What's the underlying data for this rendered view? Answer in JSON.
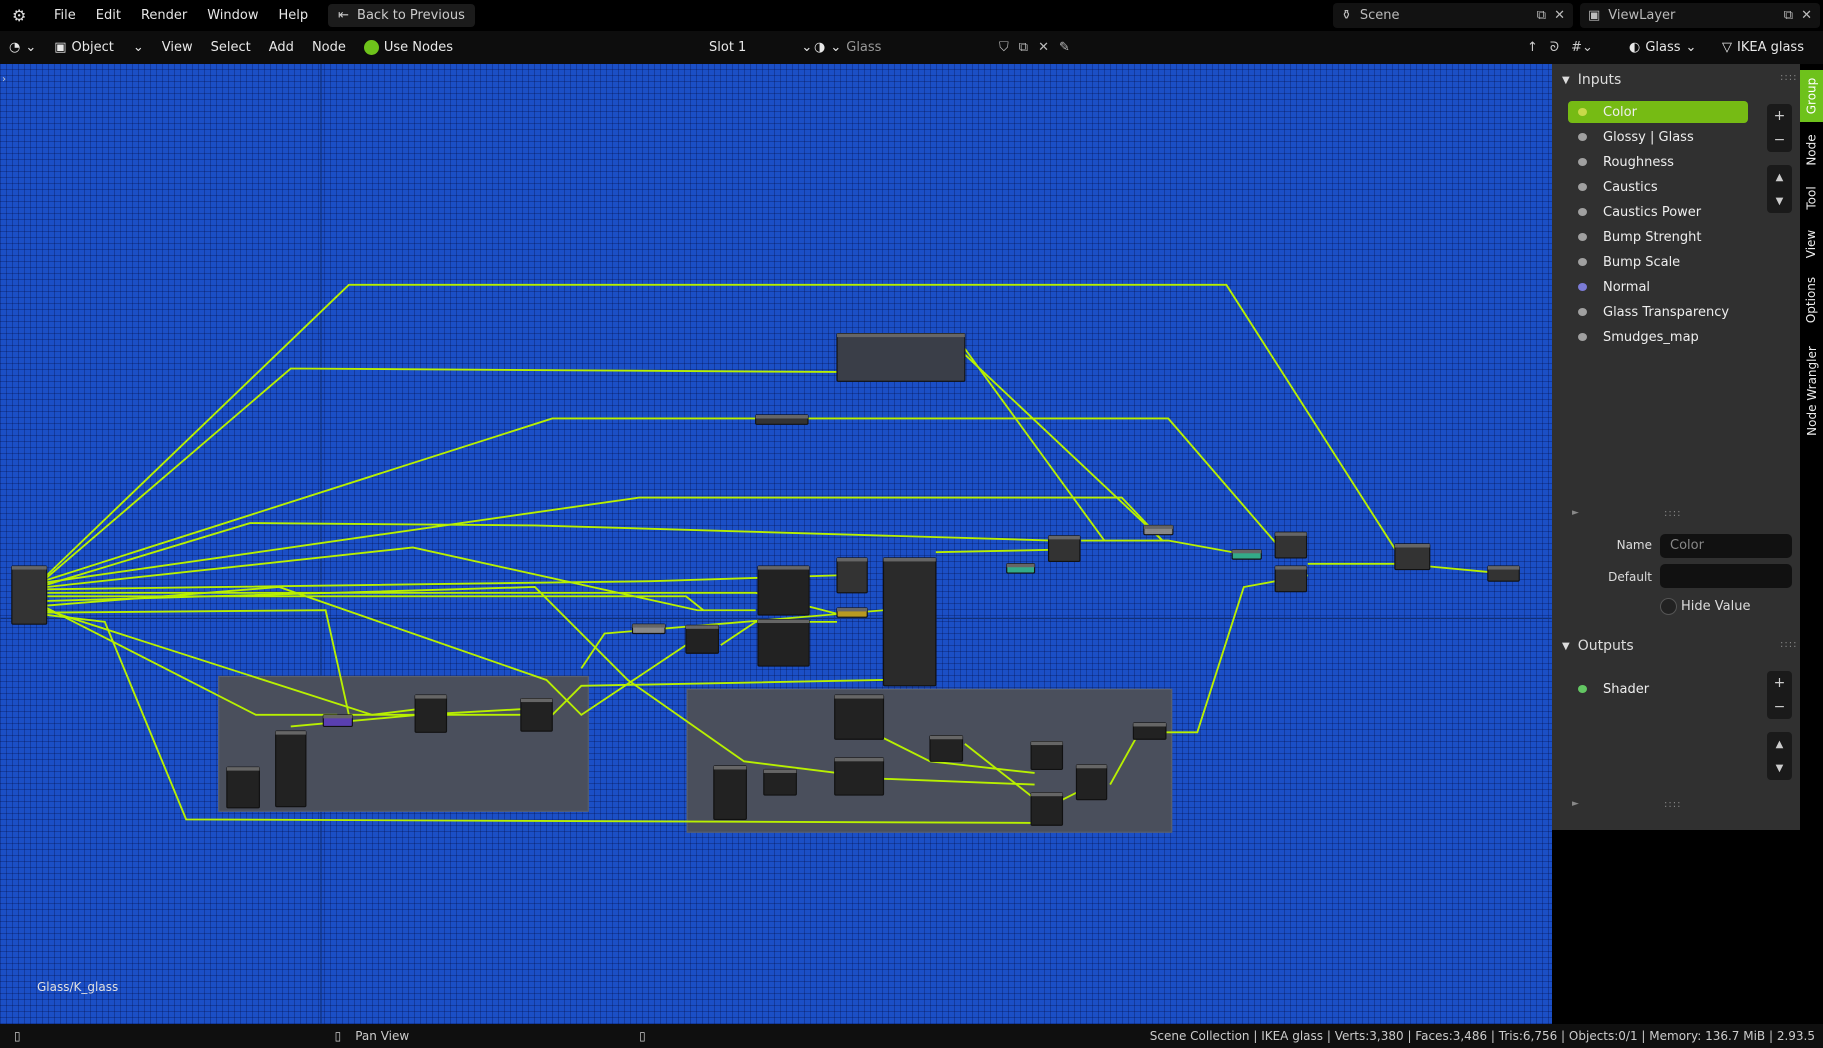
{
  "topbar": {
    "menus": [
      "File",
      "Edit",
      "Render",
      "Window",
      "Help"
    ],
    "back_label": "Back to Previous",
    "scene": "Scene",
    "view_layer": "ViewLayer"
  },
  "header": {
    "mode": "Object",
    "menus": [
      "View",
      "Select",
      "Add",
      "Node"
    ],
    "use_nodes": "Use Nodes",
    "slot": "Slot 1",
    "material": "Glass",
    "shader_type": "Glass",
    "object": "IKEA glass"
  },
  "editor": {
    "path": "Glass/K_glass"
  },
  "panel": {
    "inputs_title": "Inputs",
    "inputs": [
      "Color",
      "Glossy | Glass",
      "Roughness",
      "Caustics",
      "Caustics Power",
      "Bump Strenght",
      "Bump Scale",
      "Normal",
      "Glass Transparency",
      "Smudges_map"
    ],
    "name_label": "Name",
    "name_value": "Color",
    "default_label": "Default",
    "hide_value": "Hide Value",
    "outputs_title": "Outputs",
    "outputs": [
      "Shader"
    ]
  },
  "tabs": [
    "Group",
    "Node",
    "Tool",
    "View",
    "Options",
    "Node Wrangler"
  ],
  "status": {
    "action": "Pan View",
    "info": "Scene Collection | IKEA glass | Verts:3,380 | Faces:3,486 | Tris:6,756 | Objects:0/1 | Memory: 136.7 MiB | 2.93.5"
  },
  "colors": {
    "accent": "#6ec21b",
    "editor_bg": "#1b4fc6",
    "wire": "#b8f000",
    "normal_socket": "#7b7bd6"
  }
}
